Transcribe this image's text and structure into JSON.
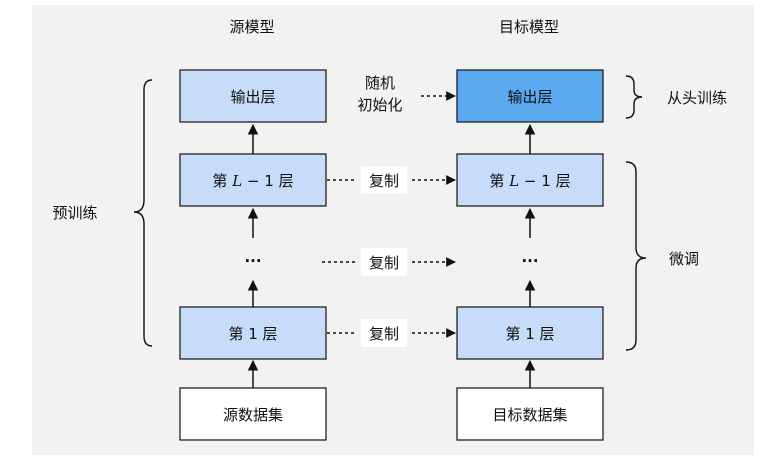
{
  "source_model": {
    "title": "源模型",
    "output_layer": "输出层",
    "layer_L_prefix": "第 ",
    "layer_L_var": "L",
    "layer_L_suffix": " − 1 层",
    "ellipsis": "···",
    "layer_1": "第 1 层",
    "dataset": "源数据集"
  },
  "target_model": {
    "title": "目标模型",
    "output_layer": "输出层",
    "layer_L_prefix": "第 ",
    "layer_L_var": "L",
    "layer_L_suffix": " − 1 层",
    "ellipsis": "···",
    "layer_1": "第 1 层",
    "dataset": "目标数据集"
  },
  "connections": {
    "random_init_line1": "随机",
    "random_init_line2": "初始化",
    "copy": "复制"
  },
  "brackets": {
    "pretrain": "预训练",
    "train_from_scratch": "从头训练",
    "fine_tune": "微调"
  },
  "colors": {
    "background_panel": "#f2f2f2",
    "light_box": "#c6dcf8",
    "output_box_target": "#5baaf0",
    "white_box": "#ffffff",
    "stroke": "#111111"
  }
}
